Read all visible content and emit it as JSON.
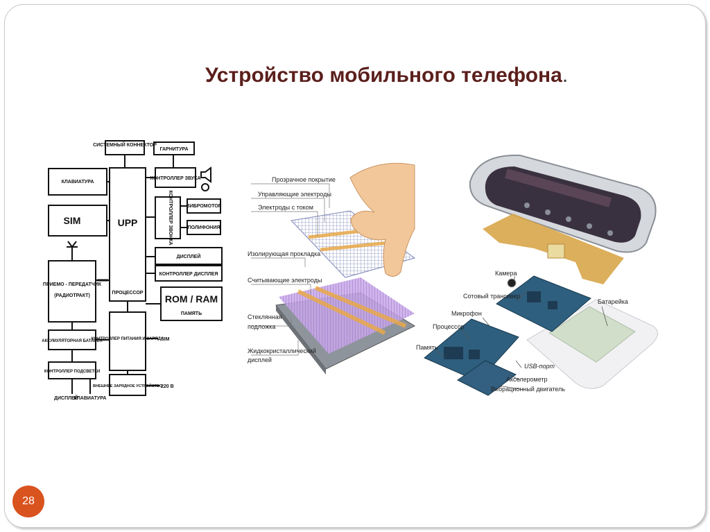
{
  "slide": {
    "title": "Устройство мобильного телефона",
    "title_dot": ".",
    "page_number": "28"
  },
  "block_diagram": {
    "connector": "СИСТЕМНЫЙ КОННЕКТОР",
    "headset": "ГАРНИТУРА",
    "keyboard": "КЛАВИАТУРА",
    "sim": "SIM",
    "upp": "UPP",
    "processor": "ПРОЦЕССОР",
    "sound_ctrl": "КОНТРОЛЛЕР ЗВУКА",
    "call_ctrl": "КОНТРОЛЛЕР ЗВОНКА",
    "vibromotor": "ВИБРОМОТОР",
    "polyphony": "ПОЛИФОНИЯ",
    "display": "ДИСПЛЕЙ",
    "display_ctrl": "КОНТРОЛЛЕР ДИСПЛЕЯ",
    "transceiver": "ПРИЕМО - ПЕРЕДАТЧИК",
    "radiotract": "(РАДИОТРАКТ)",
    "rom_ram": "ROM / RAM",
    "memory": "ПАМЯТЬ",
    "battery": "АККУМУЛЯТОРНАЯ БАТАРЕЯ",
    "power_ctrl": "КОНТРОЛЛЕР ПИТАНИЯ И ЗАРЯДА",
    "sim_out": "SIM",
    "backlight_ctrl": "КОНТРОЛЛЕР ПОДСВЕТКИ",
    "charger": "ВНЕШНЕЕ ЗАРЯДНОЕ УСТРОЙСТВО",
    "v220": "220 В",
    "display_out": "ДИСПЛЕЙ",
    "keyboard_out": "КЛАВИАТУРА"
  },
  "touchscreen": {
    "labels": [
      "Прозрачное покрытие",
      "Управляющие электроды",
      "Электроды с током",
      "Изолирующая прокладка",
      "Считывающие электроды",
      "Стеклянная",
      "подложка",
      "Жидкокристаллический",
      "дисплей"
    ]
  },
  "phone_parts": {
    "labels": [
      "Камера",
      "Сотовый трансивер",
      "Батарейка",
      "Микрофон",
      "Процессор",
      "Память",
      "USB-порт",
      "Акселерометр",
      "Вибрационный двигатель"
    ]
  },
  "colors": {
    "title": "#5b1f1c",
    "badge": "#d9531e",
    "pcb": "#2f5f7e",
    "gold": "#d8a64a"
  }
}
